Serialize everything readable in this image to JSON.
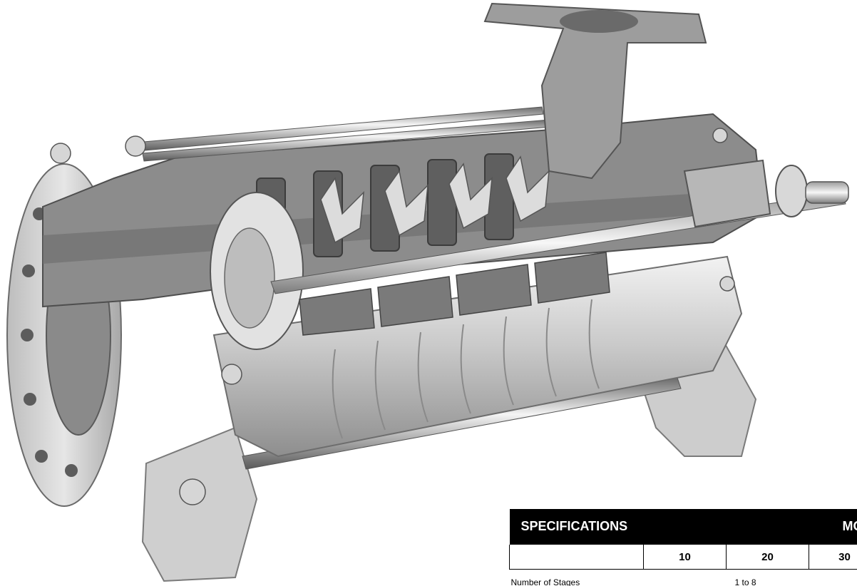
{
  "figure": {
    "icon": "pump-cutaway-illustration",
    "colors": {
      "casing_dark": "#7a7a7a",
      "casing_mid": "#a6a6a6",
      "casing_light": "#d2d2d2",
      "metal_highlight": "#eeeeee",
      "shadow": "#4a4a4a"
    }
  },
  "specifications": {
    "title": "SPECIFICATIONS",
    "model_label": "MODEL",
    "models": [
      "10",
      "20",
      "30"
    ],
    "rows": [
      {
        "label": "Number of Stages",
        "value": "1 to 8"
      }
    ]
  }
}
